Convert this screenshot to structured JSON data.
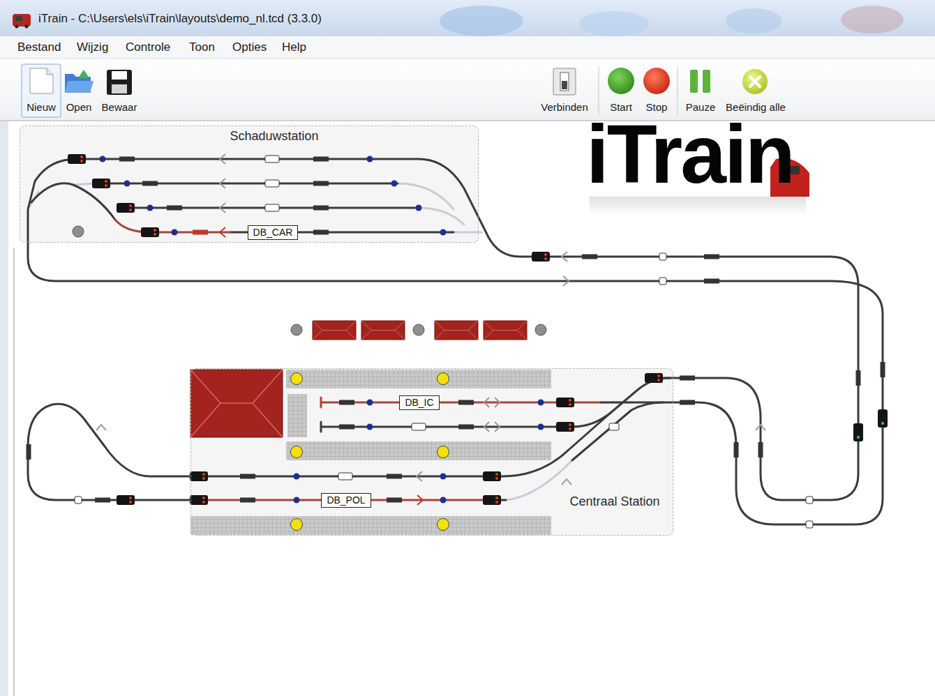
{
  "diagram": {
    "title": "iTrain - C:\\Users\\els\\iTrain\\layouts\\demo_nl.tcd (3.3.0)",
    "nodes": [
      {
        "text": [
          "Schaduwstation"
        ]
      },
      {
        "text": [
          "DB_CAR"
        ],
        "in": 0
      },
      {
        "text": [
          "Centraal Station"
        ]
      },
      {
        "text": [
          "DB_IC"
        ],
        "in": 2
      },
      {
        "text": [
          "DB_POL"
        ],
        "in": 2
      }
    ],
    "labels": [
      "Bestand",
      "Wijzig",
      "Controle",
      "Toon",
      "Opties",
      "Help",
      "Nieuw",
      "Open",
      "Bewaar",
      "Verbinden",
      "Start",
      "Stop",
      "Pauze",
      "Beëindig alle",
      "iTrain"
    ]
  }
}
